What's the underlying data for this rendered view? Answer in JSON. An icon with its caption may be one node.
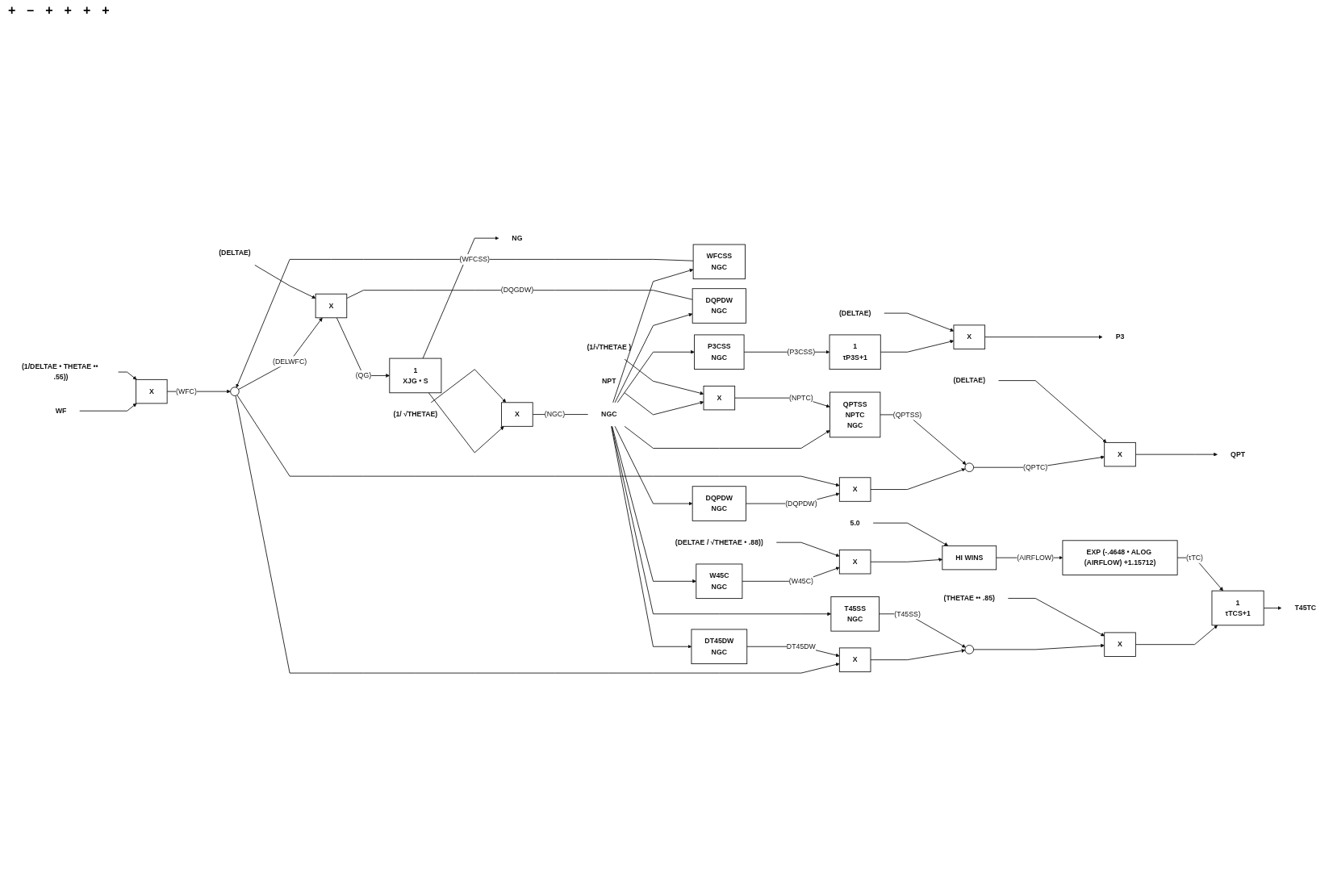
{
  "diagram": {
    "nodes": [
      {
        "text": [
          "WF"
        ]
      },
      {
        "text": [
          "(1/DELTAE • THETAE •• .55))"
        ]
      },
      {
        "text": [
          "X"
        ]
      },
      {
        "text": [],
        "shape": "circle"
      },
      {
        "text": [
          "WFCSS",
          "NGC"
        ]
      },
      {
        "text": [
          "(DELTAE)"
        ]
      },
      {
        "text": [
          "X"
        ]
      },
      {
        "text": [
          "1",
          "XJG • S"
        ]
      },
      {
        "text": [
          "NG"
        ]
      },
      {
        "text": [
          "DQPDW",
          "NGC"
        ]
      },
      {
        "text": [
          "X"
        ]
      },
      {
        "text": [
          "(1/ √THETAE)"
        ]
      },
      {
        "text": [
          "NGC"
        ]
      },
      {
        "text": [
          "P3CSS",
          "NGC"
        ]
      },
      {
        "text": [
          "1",
          "τP3S+1"
        ]
      },
      {
        "text": [
          "X"
        ]
      },
      {
        "text": [
          "(DELTAE)"
        ]
      },
      {
        "text": [
          "P3"
        ]
      },
      {
        "text": [
          "DQPDW",
          "NGC"
        ]
      },
      {
        "text": [
          "X"
        ]
      },
      {
        "text": [
          "QPTSS",
          "NPTC",
          "NGC"
        ]
      },
      {
        "text": [
          "NPT"
        ]
      },
      {
        "text": [
          "X"
        ]
      },
      {
        "text": [
          "(1/√THETAE )"
        ]
      },
      {
        "text": [],
        "shape": "circle"
      },
      {
        "text": [
          "X"
        ]
      },
      {
        "text": [
          "(DELTAE)"
        ]
      },
      {
        "text": [
          "QPT"
        ]
      },
      {
        "text": [
          "DT45DW",
          "NGC"
        ]
      },
      {
        "text": [
          "X"
        ]
      },
      {
        "text": [
          "T45SS",
          "NGC"
        ]
      },
      {
        "text": [],
        "shape": "circle"
      },
      {
        "text": [
          "(THETAE •• .85)"
        ]
      },
      {
        "text": [
          "X"
        ]
      },
      {
        "text": [
          "1",
          "τTCS+1"
        ]
      },
      {
        "text": [
          "T45TC"
        ]
      },
      {
        "text": [
          "W45C",
          "NGC"
        ]
      },
      {
        "text": [
          "X"
        ]
      },
      {
        "text": [
          "(DELTAE / √THETAE • .88))"
        ]
      },
      {
        "text": [
          "HI WINS"
        ]
      },
      {
        "text": [
          "5.0"
        ]
      },
      {
        "text": [
          "EXP (-.4648 • ALOG (AIRFLOW) +1.15712)"
        ]
      }
    ],
    "edges": [
      {
        "from": 0,
        "to": 2,
        "arrow": "to"
      },
      {
        "from": 1,
        "to": 2,
        "arrow": "to"
      },
      {
        "from": 2,
        "to": 3,
        "arrow": "to",
        "label": "(WFC)"
      },
      {
        "from": 4,
        "to": 3,
        "arrow": "to",
        "label": "(WFCSS)"
      },
      {
        "from": 3,
        "to": 6,
        "arrow": "to",
        "label": "(DELWFC)"
      },
      {
        "from": 5,
        "to": 6,
        "arrow": "to"
      },
      {
        "from": 9,
        "to": 6,
        "arrow": "none",
        "label": "(DQGDW)"
      },
      {
        "from": 6,
        "to": 7,
        "arrow": "to",
        "label": "(QG)"
      },
      {
        "from": 7,
        "to": 8,
        "arrow": "to"
      },
      {
        "from": 7,
        "to": 10,
        "arrow": "to"
      },
      {
        "from": 11,
        "to": 10,
        "arrow": "to"
      },
      {
        "from": 10,
        "to": 12,
        "arrow": "none",
        "label": "(NGC)"
      },
      {
        "from": 12,
        "to": 9,
        "arrow": "to"
      },
      {
        "from": 12,
        "to": 4,
        "arrow": "to"
      },
      {
        "from": 12,
        "to": 13,
        "arrow": "to"
      },
      {
        "from": 13,
        "to": 14,
        "arrow": "to",
        "label": "(P3CSS)"
      },
      {
        "from": 14,
        "to": 15,
        "arrow": "to"
      },
      {
        "from": 16,
        "to": 15,
        "arrow": "to"
      },
      {
        "from": 15,
        "to": 17,
        "arrow": "to"
      },
      {
        "from": 12,
        "to": 18,
        "arrow": "to"
      },
      {
        "from": 18,
        "to": 19,
        "arrow": "to",
        "label": "(DQPDW)"
      },
      {
        "from": 3,
        "to": 19,
        "arrow": "to"
      },
      {
        "from": 12,
        "to": 20,
        "arrow": "to"
      },
      {
        "from": 21,
        "to": 22,
        "arrow": "to"
      },
      {
        "from": 22,
        "to": 20,
        "arrow": "to",
        "label": "(NPTC)"
      },
      {
        "from": 23,
        "to": 22,
        "arrow": "to"
      },
      {
        "from": 19,
        "to": 24,
        "arrow": "to"
      },
      {
        "from": 20,
        "to": 24,
        "arrow": "to",
        "label": "(QPTSS)"
      },
      {
        "from": 24,
        "to": 25,
        "arrow": "to",
        "label": "(QPTC)"
      },
      {
        "from": 26,
        "to": 25,
        "arrow": "to"
      },
      {
        "from": 25,
        "to": 27,
        "arrow": "to"
      },
      {
        "from": 3,
        "to": 29,
        "arrow": "to"
      },
      {
        "from": 12,
        "to": 28,
        "arrow": "to"
      },
      {
        "from": 12,
        "to": 30,
        "arrow": "to"
      },
      {
        "from": 28,
        "to": 29,
        "arrow": "to",
        "label": "DT45DW"
      },
      {
        "from": 29,
        "to": 31,
        "arrow": "to"
      },
      {
        "from": 30,
        "to": 31,
        "arrow": "to",
        "label": "(T45SS)"
      },
      {
        "from": 31,
        "to": 33,
        "arrow": "to"
      },
      {
        "from": 32,
        "to": 33,
        "arrow": "to"
      },
      {
        "from": 33,
        "to": 34,
        "arrow": "to"
      },
      {
        "from": 34,
        "to": 35,
        "arrow": "to"
      },
      {
        "from": 12,
        "to": 36,
        "arrow": "to"
      },
      {
        "from": 36,
        "to": 37,
        "arrow": "to",
        "label": "(W45C)"
      },
      {
        "from": 38,
        "to": 37,
        "arrow": "to"
      },
      {
        "from": 37,
        "to": 39,
        "arrow": "to"
      },
      {
        "from": 40,
        "to": 39,
        "arrow": "to"
      },
      {
        "from": 39,
        "to": 41,
        "arrow": "to",
        "label": "(AIRFLOW)"
      },
      {
        "from": 41,
        "to": 34,
        "arrow": "to",
        "label": "(τTC)"
      }
    ],
    "labels": [
      "+",
      "–",
      "+",
      "+",
      "+",
      "+"
    ]
  }
}
